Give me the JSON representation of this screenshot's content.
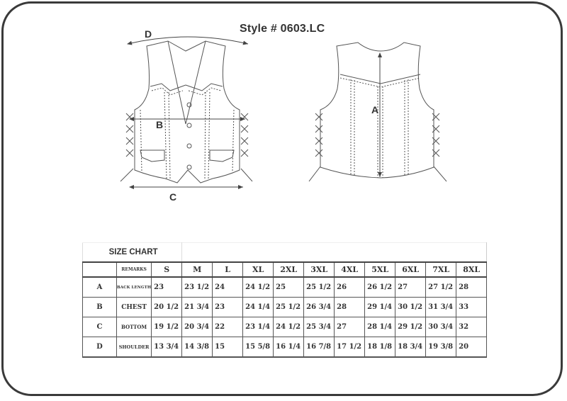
{
  "style_title": "Style # 0603.LC",
  "front_view": {
    "dimension_labels": {
      "shoulder": "D",
      "chest": "B",
      "bottom": "C"
    }
  },
  "back_view": {
    "dimension_labels": {
      "back_length": "A"
    }
  },
  "size_chart": {
    "title": "SIZE CHART",
    "remarks_header": "REMARKS",
    "sizes": [
      "S",
      "M",
      "L",
      "XL",
      "2XL",
      "3XL",
      "4XL",
      "5XL",
      "6XL",
      "7XL",
      "8XL"
    ],
    "rows": [
      {
        "key": "A",
        "remark": "BACK LENGTH",
        "values": [
          "23",
          "23 1/2",
          "24",
          "24 1/2",
          "25",
          "25 1/2",
          "26",
          "26 1/2",
          "27",
          "27 1/2",
          "28"
        ]
      },
      {
        "key": "B",
        "remark": "CHEST",
        "values": [
          "20 1/2",
          "21 3/4",
          "23",
          "24 1/4",
          "25 1/2",
          "26 3/4",
          "28",
          "29 1/4",
          "30 1/2",
          "31 3/4",
          "33"
        ]
      },
      {
        "key": "C",
        "remark": "BOTTOM",
        "values": [
          "19 1/2",
          "20 3/4",
          "22",
          "23 1/4",
          "24 1/2",
          "25 3/4",
          "27",
          "28 1/4",
          "29 1/2",
          "30 3/4",
          "32"
        ]
      },
      {
        "key": "D",
        "remark": "SHOULDER",
        "values": [
          "13 3/4",
          "14 3/8",
          "15",
          "15 5/8",
          "16 1/4",
          "16 7/8",
          "17 1/2",
          "18 1/8",
          "18 3/4",
          "19 3/8",
          "20"
        ]
      }
    ]
  },
  "colors": {
    "line": "#444444",
    "text": "#333333",
    "frame": "#3a3a3a"
  }
}
